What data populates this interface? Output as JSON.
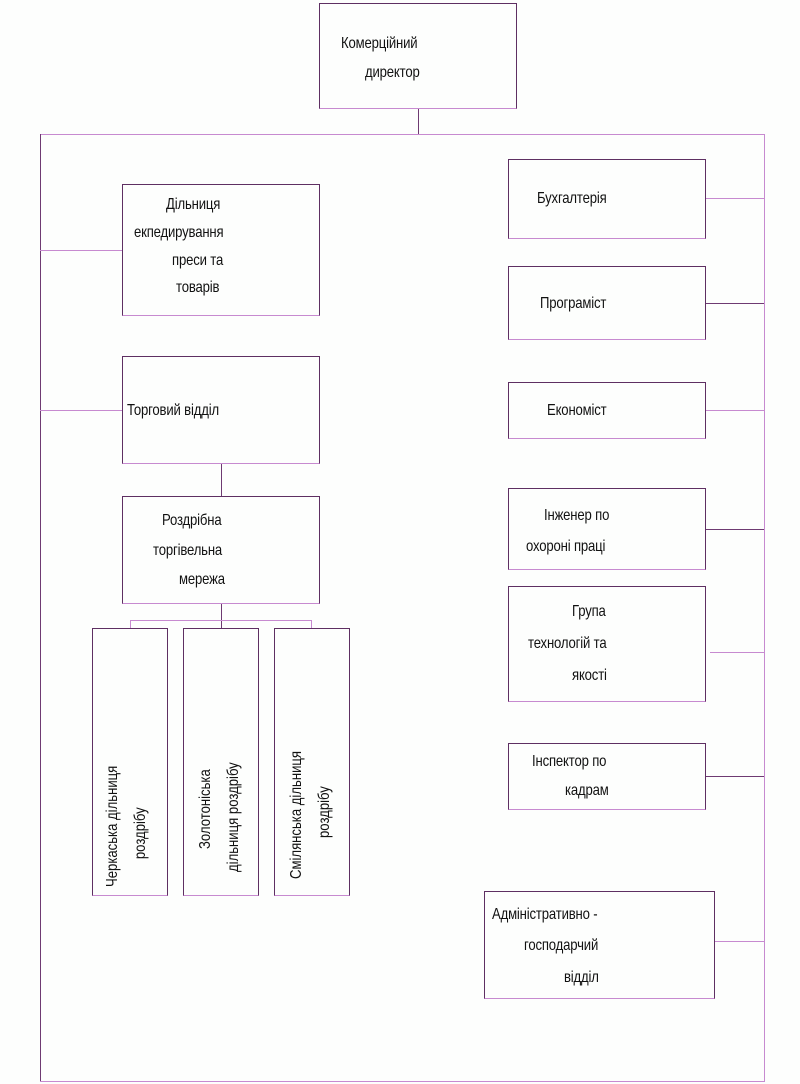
{
  "diagram": {
    "title_node": {
      "lines": [
        "Комерційний",
        "директор"
      ]
    },
    "left_nodes": {
      "expedition": {
        "lines": [
          "Дільниця",
          "екпедирування",
          "преси та",
          "товарів"
        ]
      },
      "trade_dept": {
        "lines": [
          "Торговий відділ"
        ]
      },
      "retail_network": {
        "lines": [
          "Роздрібна",
          "торгівельна",
          "мережа"
        ]
      }
    },
    "retail_sites": [
      {
        "lines": [
          "Черкаська дільниця",
          "роздрібу"
        ]
      },
      {
        "lines": [
          "Золотоніська",
          "дільниця роздрібу"
        ]
      },
      {
        "lines": [
          "Смілянська дільниця",
          "роздрібу"
        ]
      }
    ],
    "right_nodes": [
      {
        "lines": [
          "Бухгалтерія"
        ]
      },
      {
        "lines": [
          "Програміст"
        ]
      },
      {
        "lines": [
          "Економіст"
        ]
      },
      {
        "lines": [
          "Інженер по",
          "охороні праці"
        ]
      },
      {
        "lines": [
          "Група",
          "технологій та",
          "якості"
        ]
      },
      {
        "lines": [
          "Інспектор по",
          "кадрам"
        ]
      },
      {
        "lines": [
          "Адміністративно -",
          "господарчий",
          "відділ"
        ]
      }
    ]
  }
}
